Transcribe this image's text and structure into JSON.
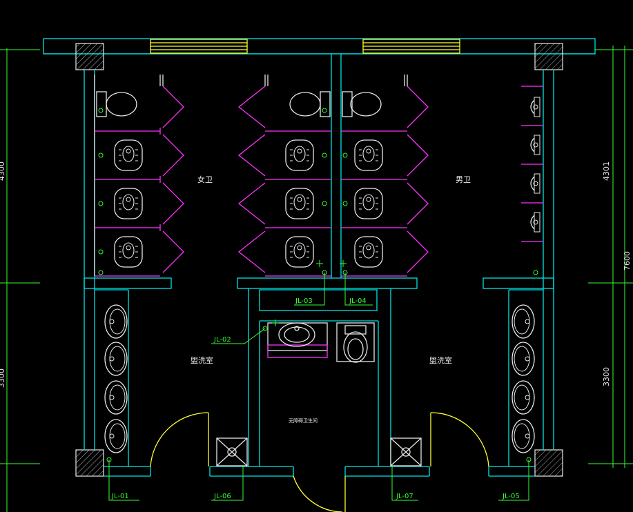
{
  "drawing": {
    "rooms": {
      "women_wc": "女卫",
      "men_wc": "男卫",
      "wash_left": "盥洗室",
      "wash_right": "盥洗室",
      "accessible": "无障碍卫生间"
    },
    "pipe_labels": [
      "JL-01",
      "JL-02",
      "JL-03",
      "JL-04",
      "JL-05",
      "JL-06",
      "JL-07"
    ],
    "dimensions": {
      "left_upper": "4300",
      "left_lower": "3300",
      "right_upper": "4301",
      "right_total": "7600",
      "right_lower": "3300"
    }
  },
  "colors": {
    "wall": "#00e5e5",
    "partition": "#ff33ff",
    "fixture": "#e8e8e8",
    "window": "#ffff33",
    "annotation": "#33ff33",
    "background": "#000000"
  }
}
